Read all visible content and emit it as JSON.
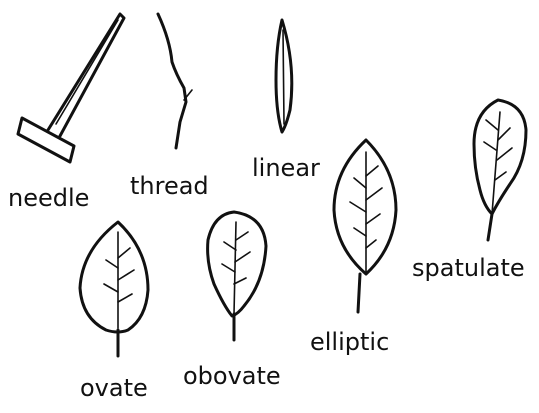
{
  "diagram": {
    "labels": {
      "needle": "needle",
      "thread": "thread",
      "linear": "linear",
      "spatulate": "spatulate",
      "ovate": "ovate",
      "obovate": "obovate",
      "elliptic": "elliptic"
    },
    "ink_color": "#111111",
    "background_color": "#ffffff"
  }
}
